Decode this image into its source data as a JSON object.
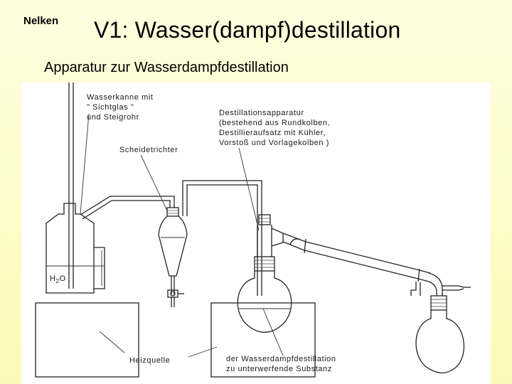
{
  "header": {
    "corner_label": "Nelken",
    "title": "V1: Wasser(dampf)destillation",
    "subtitle": "Apparatur zur Wasserdampfdestillation"
  },
  "diagram": {
    "labels": {
      "wasserkanne": [
        "Wasserkanne  mit",
        "\" Sichtglas \"",
        "und  Steigrohr"
      ],
      "scheidetrichter": [
        "Scheidetrichter"
      ],
      "destillationsapparatur": [
        "Destillationsapparatur",
        "(bestehend  aus  Rundkolben,",
        "Destillieraufsatz  mit  Kühler,",
        "Vorstoß  und  Vorlagekolben )"
      ],
      "heizquelle": [
        "Heizquelle"
      ],
      "substanz": [
        "der  Wasserdampfdestillation",
        "zu  unterwerfende  Substanz"
      ],
      "h2o_main": "H",
      "h2o_sub": "2",
      "h2o_end": "O"
    }
  }
}
